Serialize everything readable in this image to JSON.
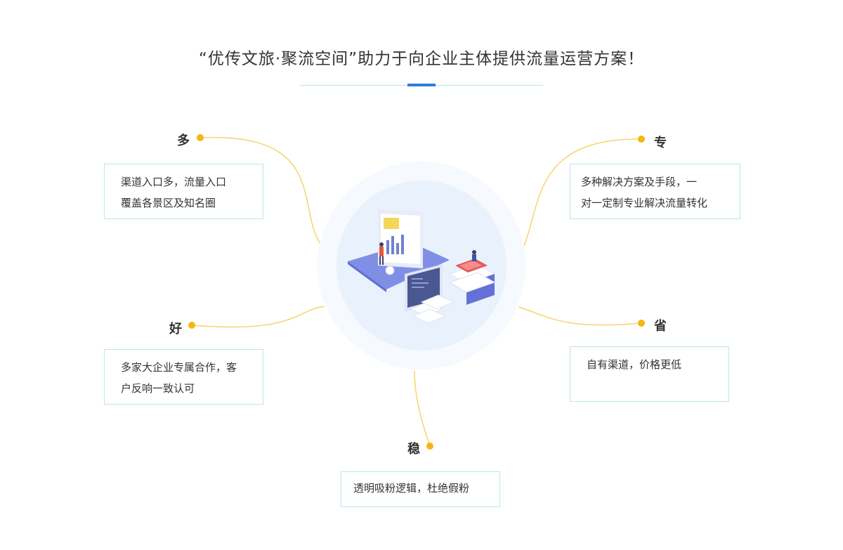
{
  "title": "“优传文旅·聚流空间”助力于向企业主体提供流量运营方案！",
  "features": {
    "duo": {
      "label": "多",
      "desc_lines": [
        "渠道入口多，流量入口",
        "覆盖各景区及知名圈"
      ]
    },
    "zhuan": {
      "label": "专",
      "desc_lines": [
        "多种解决方案及手段，一",
        "对一定制专业解决流量转化"
      ]
    },
    "hao": {
      "label": "好",
      "desc_lines": [
        "多家大企业专属合作，客",
        "户反响一致认可"
      ]
    },
    "sheng": {
      "label": "省",
      "desc_lines": [
        "自有渠道，价格更低"
      ]
    },
    "wen": {
      "label": "稳",
      "desc_lines": [
        "透明吸粉逻辑，杜绝假粉"
      ]
    }
  },
  "colors": {
    "accent": "#2b7fd6",
    "dot": "#f3b714",
    "curve": "#f6d46e",
    "box_border": "#bfe3ef"
  },
  "icons": {
    "center": "platform-illustration"
  }
}
